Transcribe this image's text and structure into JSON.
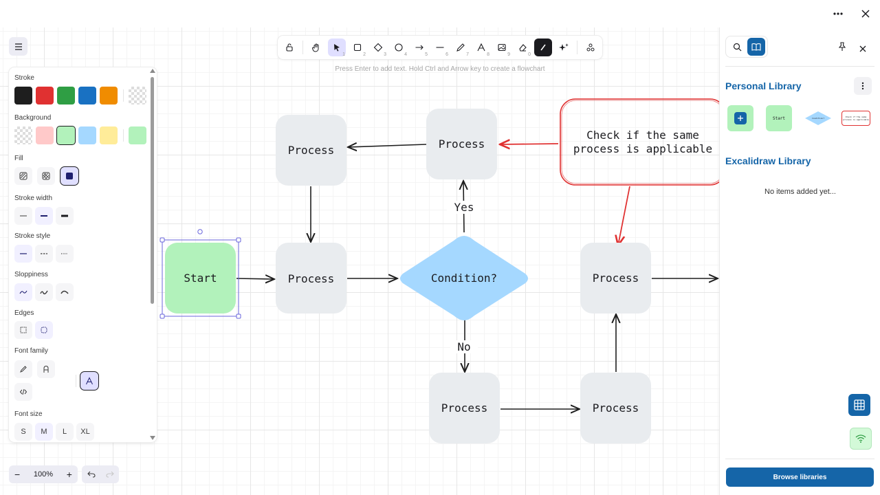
{
  "toolbar": {
    "hint": "Press Enter to add text. Hold Ctrl and Arrow key to create a flowchart",
    "tools": [
      {
        "name": "lock-icon",
        "num": ""
      },
      {
        "name": "hand-icon",
        "num": ""
      },
      {
        "name": "selection-icon",
        "num": "1"
      },
      {
        "name": "rectangle-icon",
        "num": "2"
      },
      {
        "name": "diamond-icon",
        "num": "3"
      },
      {
        "name": "ellipse-icon",
        "num": "4"
      },
      {
        "name": "arrow-icon",
        "num": "5"
      },
      {
        "name": "line-icon",
        "num": "6"
      },
      {
        "name": "draw-icon",
        "num": "7"
      },
      {
        "name": "text-icon",
        "num": "8"
      },
      {
        "name": "image-icon",
        "num": "9"
      },
      {
        "name": "eraser-icon",
        "num": "0"
      }
    ]
  },
  "properties": {
    "stroke_label": "Stroke",
    "stroke_colors": [
      "#1e1e1e",
      "#e03131",
      "#2f9e44",
      "#1971c2",
      "#f08c00"
    ],
    "background_label": "Background",
    "background_colors": [
      "transparent",
      "#ffc9c9",
      "#b2f2bb",
      "#a5d8ff",
      "#ffec99"
    ],
    "background_current": "#b2f2bb",
    "fill_label": "Fill",
    "stroke_width_label": "Stroke width",
    "stroke_style_label": "Stroke style",
    "sloppiness_label": "Sloppiness",
    "edges_label": "Edges",
    "font_family_label": "Font family",
    "font_size_label": "Font size",
    "font_sizes": [
      "S",
      "M",
      "L",
      "XL"
    ]
  },
  "zoom": {
    "minus": "−",
    "value": "100%",
    "plus": "+"
  },
  "flowchart": {
    "start": "Start",
    "process": "Process",
    "condition": "Condition?",
    "yes": "Yes",
    "no": "No",
    "note_line1": "Check if the same",
    "note_line2": "process is applicable"
  },
  "sidebar": {
    "personal_library": "Personal Library",
    "excalidraw_library": "Excalidraw Library",
    "empty_text": "No items added yet...",
    "browse_button": "Browse libraries",
    "thumb_start": "Start",
    "thumb_condition": "Condition?",
    "thumb_note": "Check if the same process is applicable"
  },
  "colors": {
    "accent": "#1565a8",
    "start_fill": "#b2f2bb",
    "process_fill": "#e9ecef",
    "condition_fill": "#a5d8ff",
    "note_stroke": "#e03131"
  }
}
